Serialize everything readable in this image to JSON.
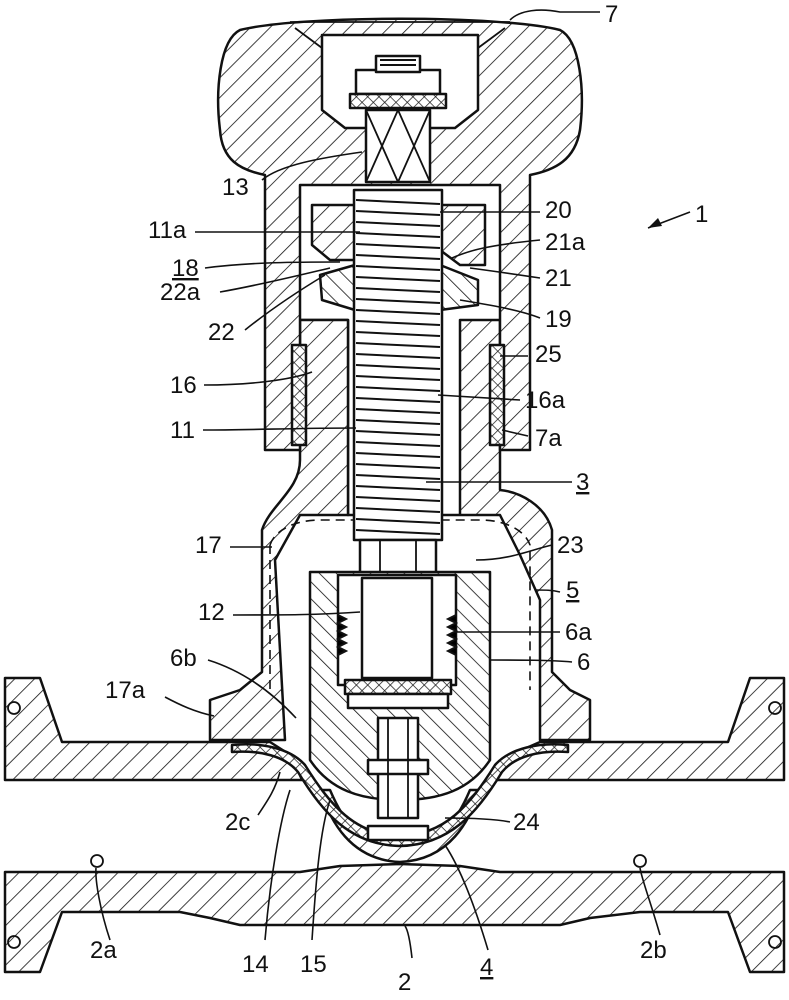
{
  "labels": {
    "l1": "1",
    "l2": "2",
    "l2a": "2a",
    "l2b": "2b",
    "l2c": "2c",
    "l3": "3",
    "l4": "4",
    "l5": "5",
    "l6": "6",
    "l6a": "6a",
    "l6b": "6b",
    "l7": "7",
    "l7a": "7a",
    "l11": "11",
    "l11a": "11a",
    "l12": "12",
    "l13": "13",
    "l14": "14",
    "l15": "15",
    "l16": "16",
    "l16a": "16a",
    "l17": "17",
    "l17a": "17a",
    "l18": "18",
    "l19": "19",
    "l20": "20",
    "l21": "21",
    "l21a": "21a",
    "l22": "22",
    "l22a": "22a",
    "l23": "23",
    "l24": "24",
    "l25": "25"
  },
  "colors": {
    "line": "#111111",
    "background": "#ffffff"
  }
}
